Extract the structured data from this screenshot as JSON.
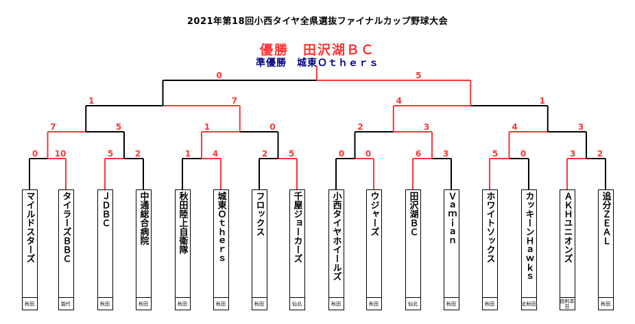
{
  "title": "2021年第18回小西タイヤ全県選抜ファイナルカップ野球大会",
  "champion": "優勝　田沢湖ＢＣ",
  "runner_up": "準優勝　城東Ｏｔｈｅｒｓ",
  "colors": {
    "winner": "#ff3333",
    "loser": "#000000",
    "champion_text": "#ff3333",
    "runner_text": "#000080"
  },
  "teams": [
    {
      "name": "マイルドスターズ",
      "region": "秋田"
    },
    {
      "name": "タイラーズＢＢＣ",
      "region": "能代"
    },
    {
      "name": "ＪＤＢＣ",
      "region": "秋田"
    },
    {
      "name": "中通総合病院",
      "region": "秋田"
    },
    {
      "name": "秋田陸上自衛隊",
      "region": "秋田"
    },
    {
      "name": "城東Ｏｔｈｅｒｓ",
      "region": "秋田"
    },
    {
      "name": "フロックス",
      "region": "秋田"
    },
    {
      "name": "千屋ジョーカーズ",
      "region": "仙北"
    },
    {
      "name": "小西タイヤホイールズ",
      "region": "秋田"
    },
    {
      "name": "ウジャーズ",
      "region": "秋田"
    },
    {
      "name": "田沢湖ＢＣ",
      "region": "仙北"
    },
    {
      "name": "Ｖａｍｉａｎ",
      "region": "秋田"
    },
    {
      "name": "ホワイトソックス",
      "region": "秋田"
    },
    {
      "name": "カッキーンＨａｗｋｓ",
      "region": "北秋田"
    },
    {
      "name": "ＡＫＨユニオンズ",
      "region": "由利本荘"
    },
    {
      "name": "追分ＺＥＡＬ",
      "region": "秋田"
    }
  ],
  "round1": [
    {
      "scores": [
        "0",
        "10"
      ],
      "winner": 1
    },
    {
      "scores": [
        "5",
        "2"
      ],
      "winner": 0
    },
    {
      "scores": [
        "1",
        "4"
      ],
      "winner": 1
    },
    {
      "scores": [
        "2",
        "5"
      ],
      "winner": 1
    },
    {
      "scores": [
        "0",
        "0"
      ],
      "winner": 1
    },
    {
      "scores": [
        "6",
        "3"
      ],
      "winner": 0
    },
    {
      "scores": [
        "5",
        "0"
      ],
      "winner": 0
    },
    {
      "scores": [
        "3",
        "2"
      ],
      "winner": 0
    }
  ],
  "round2": [
    {
      "scores": [
        "7",
        "5"
      ],
      "winner": 0
    },
    {
      "scores": [
        "1",
        "0"
      ],
      "winner": 0
    },
    {
      "scores": [
        "2",
        "3"
      ],
      "winner": 1
    },
    {
      "scores": [
        "4",
        "3"
      ],
      "winner": 0
    }
  ],
  "semis": [
    {
      "scores": [
        "1",
        "7"
      ],
      "winner": 1
    },
    {
      "scores": [
        "4",
        "1"
      ],
      "winner": 0
    }
  ],
  "final": {
    "scores": [
      "0",
      "5"
    ],
    "winner": 1
  }
}
